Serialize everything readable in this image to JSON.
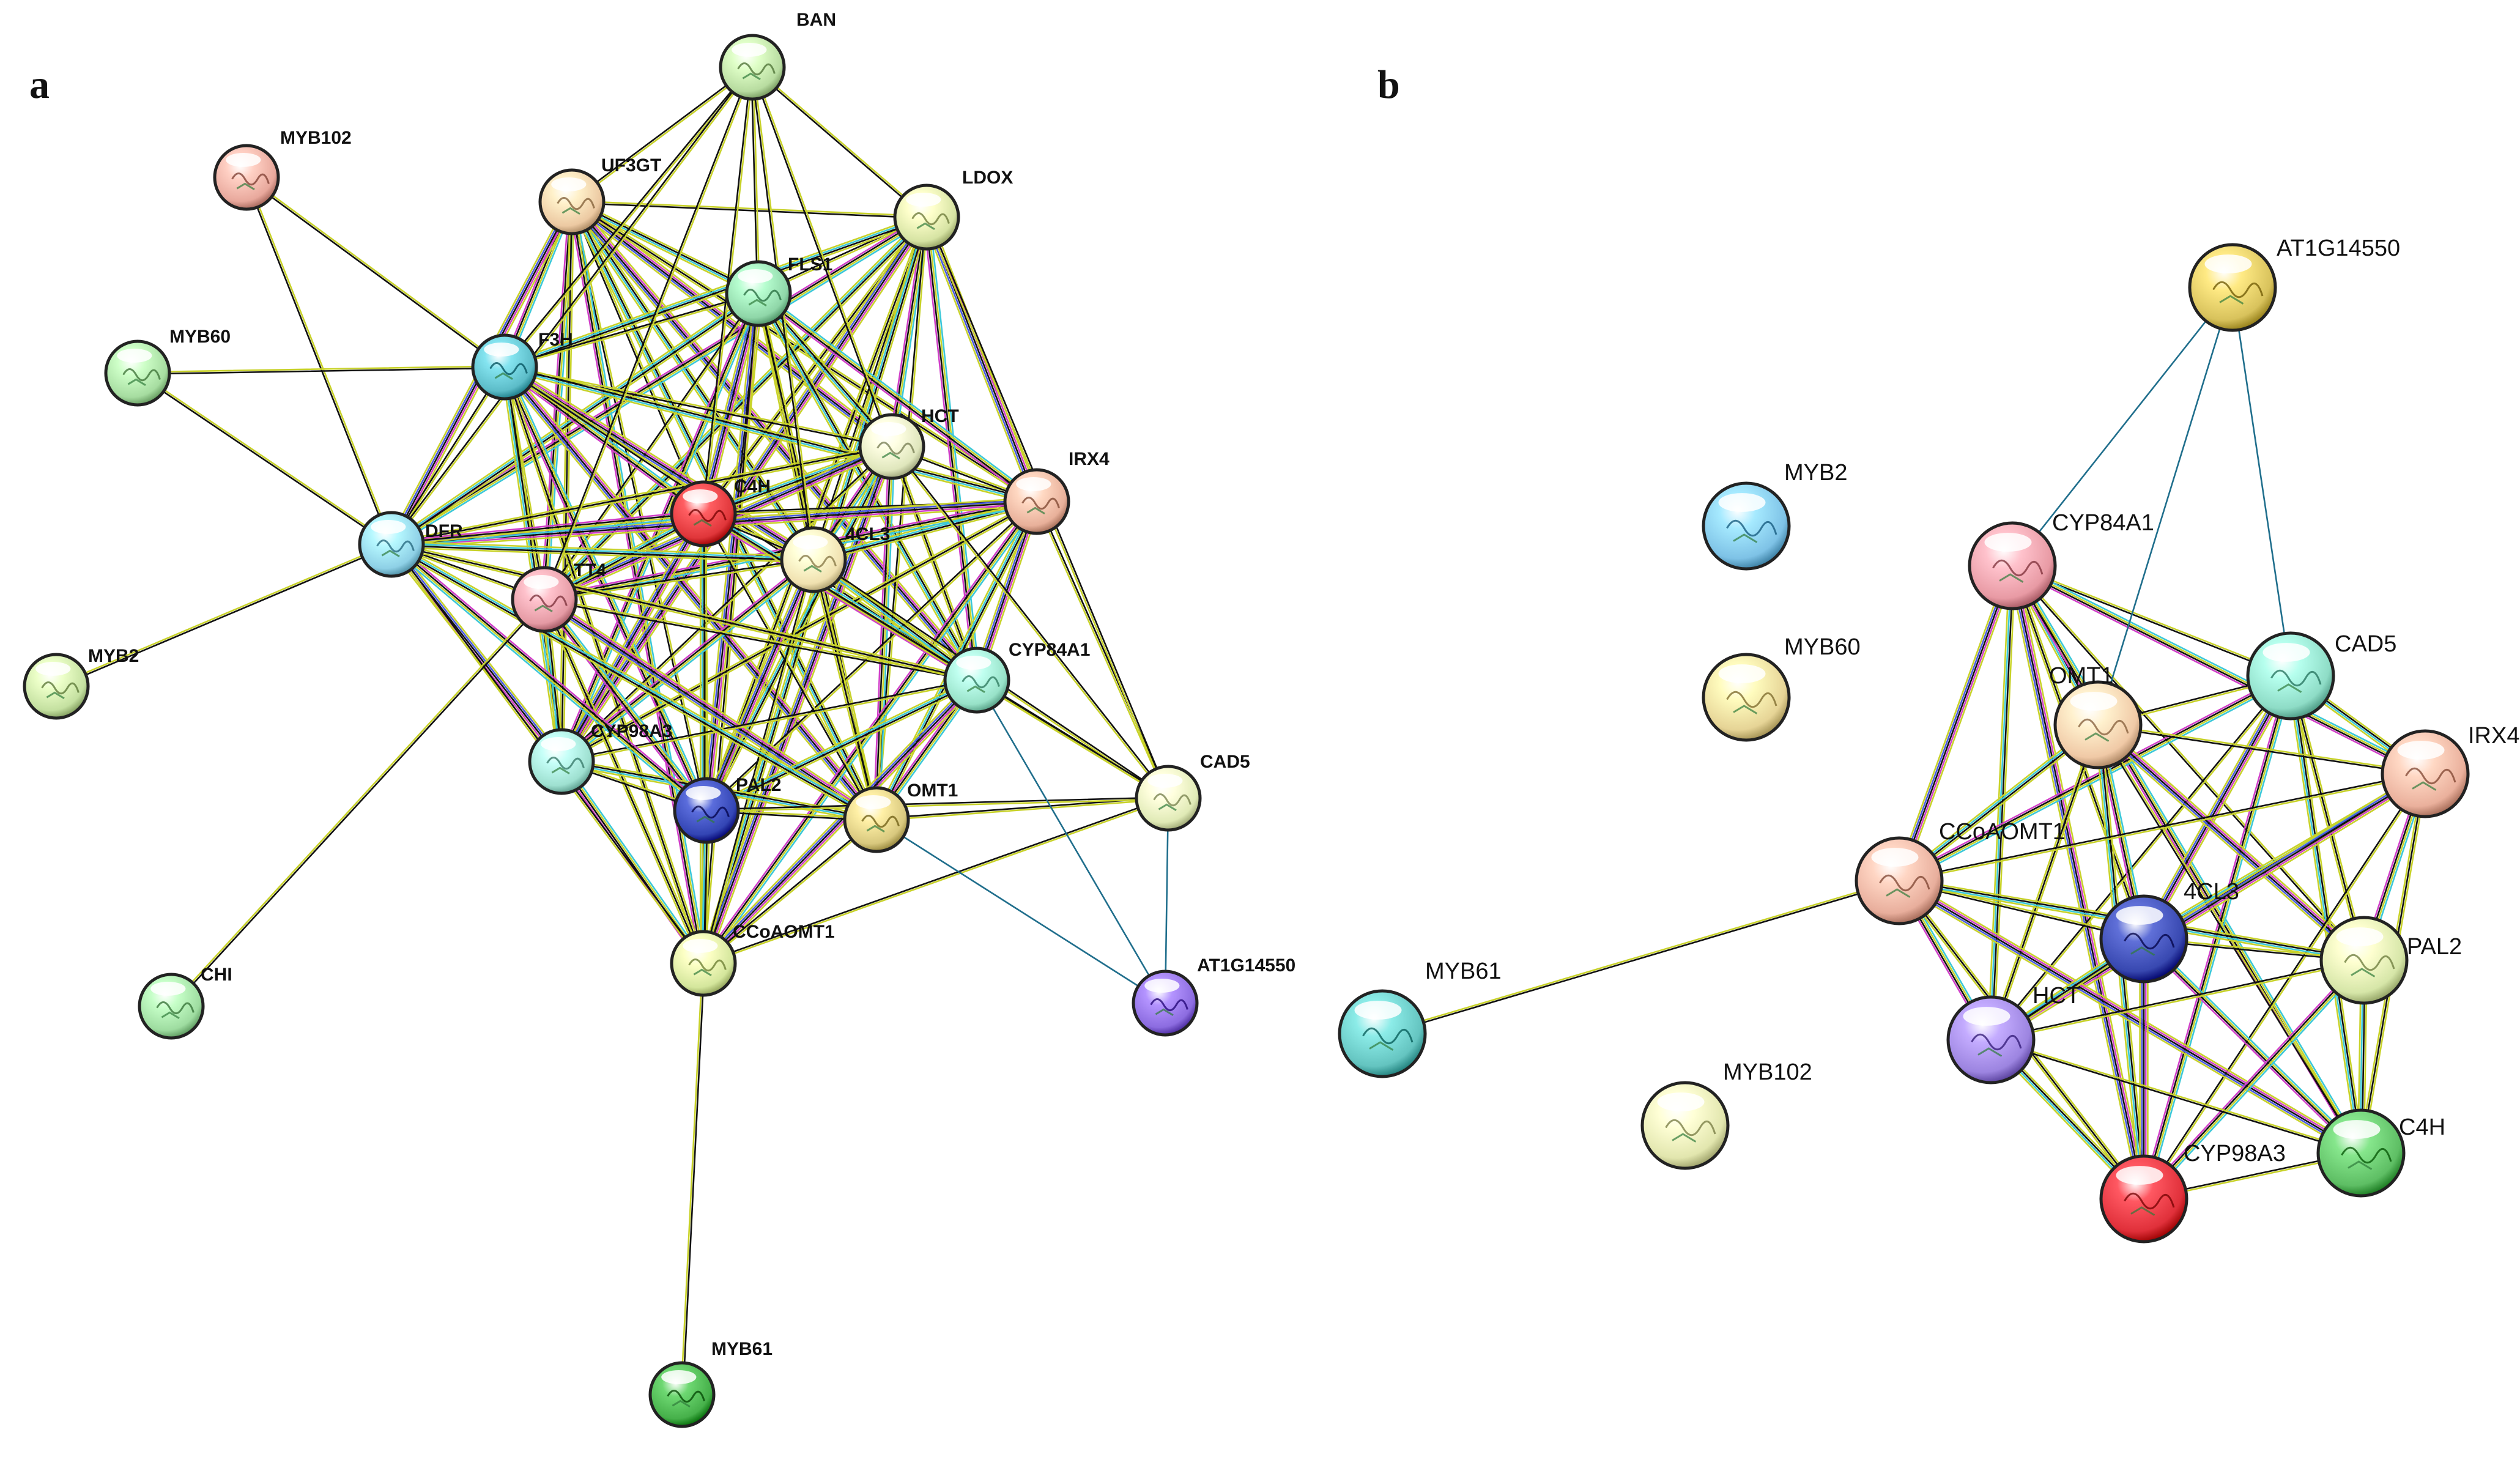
{
  "panels": [
    {
      "id": "a",
      "letter": "a",
      "nodes": [
        {
          "id": "BAN",
          "label": "BAN",
          "color": "#b8dca0"
        },
        {
          "id": "MYB102",
          "label": "MYB102",
          "color": "#e8a89c"
        },
        {
          "id": "UF3GT",
          "label": "UF3GT",
          "color": "#ecc9a2"
        },
        {
          "id": "LDOX",
          "label": "LDOX",
          "color": "#d6e3a3"
        },
        {
          "id": "FLS1",
          "label": "FLS1",
          "color": "#8fd6a8"
        },
        {
          "id": "MYB60",
          "label": "MYB60",
          "color": "#a6dca0"
        },
        {
          "id": "F3H",
          "label": "F3H",
          "color": "#5cbcc8"
        },
        {
          "id": "HCT",
          "label": "HCT",
          "color": "#dfe6bc"
        },
        {
          "id": "IRX4",
          "label": "IRX4",
          "color": "#e8b09a"
        },
        {
          "id": "C4H",
          "label": "C4H",
          "color": "#e0363a"
        },
        {
          "id": "DFR",
          "label": "DFR",
          "color": "#8ed0e6"
        },
        {
          "id": "4CL3",
          "label": "4CL3",
          "color": "#f0e1b0"
        },
        {
          "id": "TT4",
          "label": "TT4",
          "color": "#e59aa4"
        },
        {
          "id": "MYB2",
          "label": "MYB2",
          "color": "#c4e0a0"
        },
        {
          "id": "CYP84A1",
          "label": "CYP84A1",
          "color": "#98e2c8"
        },
        {
          "id": "CYP98A3",
          "label": "CYP98A3",
          "color": "#9ee0d0"
        },
        {
          "id": "PAL2",
          "label": "PAL2",
          "color": "#3345b4"
        },
        {
          "id": "OMT1",
          "label": "OMT1",
          "color": "#d8c87e"
        },
        {
          "id": "CAD5",
          "label": "CAD5",
          "color": "#e0eab6"
        },
        {
          "id": "CCoAOMT1",
          "label": "CCoAOMT1",
          "color": "#d4e69c"
        },
        {
          "id": "CHI",
          "label": "CHI",
          "color": "#9edca0"
        },
        {
          "id": "AT1G14550",
          "label": "AT1G14550",
          "color": "#8c6ce0"
        },
        {
          "id": "MYB61",
          "label": "MYB61",
          "color": "#46b04a"
        }
      ]
    },
    {
      "id": "b",
      "letter": "b",
      "nodes": [
        {
          "id": "AT1G14550",
          "label": "AT1G14550",
          "color": "#d8c25c"
        },
        {
          "id": "MYB2",
          "label": "MYB2",
          "color": "#7ec2e6"
        },
        {
          "id": "CYP84A1",
          "label": "CYP84A1",
          "color": "#e89aa4"
        },
        {
          "id": "MYB60",
          "label": "MYB60",
          "color": "#e6d496"
        },
        {
          "id": "CAD5",
          "label": "CAD5",
          "color": "#8edcc6"
        },
        {
          "id": "OMT1",
          "label": "OMT1",
          "color": "#f0c9a6"
        },
        {
          "id": "IRX4",
          "label": "IRX4",
          "color": "#eab09c"
        },
        {
          "id": "CCoAOMT1",
          "label": "CCoAOMT1",
          "color": "#e8ae9c"
        },
        {
          "id": "4CL3",
          "label": "4CL3",
          "color": "#3848b0"
        },
        {
          "id": "PAL2",
          "label": "PAL2",
          "color": "#d6e6a8"
        },
        {
          "id": "MYB61",
          "label": "MYB61",
          "color": "#64c4c0"
        },
        {
          "id": "HCT",
          "label": "HCT",
          "color": "#9c84e0"
        },
        {
          "id": "MYB102",
          "label": "MYB102",
          "color": "#e2e6ae"
        },
        {
          "id": "C4H",
          "label": "C4H",
          "color": "#5ebe64"
        },
        {
          "id": "CYP98A3",
          "label": "CYP98A3",
          "color": "#e0303a"
        }
      ]
    }
  ],
  "edge_colors": {
    "textmining": "#c8d22a",
    "coexpression": "#111111",
    "database": "#3cc8d8",
    "experiment": "#d040c8",
    "homology": "#4a5ae0",
    "neighborhood": "#1f6e8c"
  }
}
